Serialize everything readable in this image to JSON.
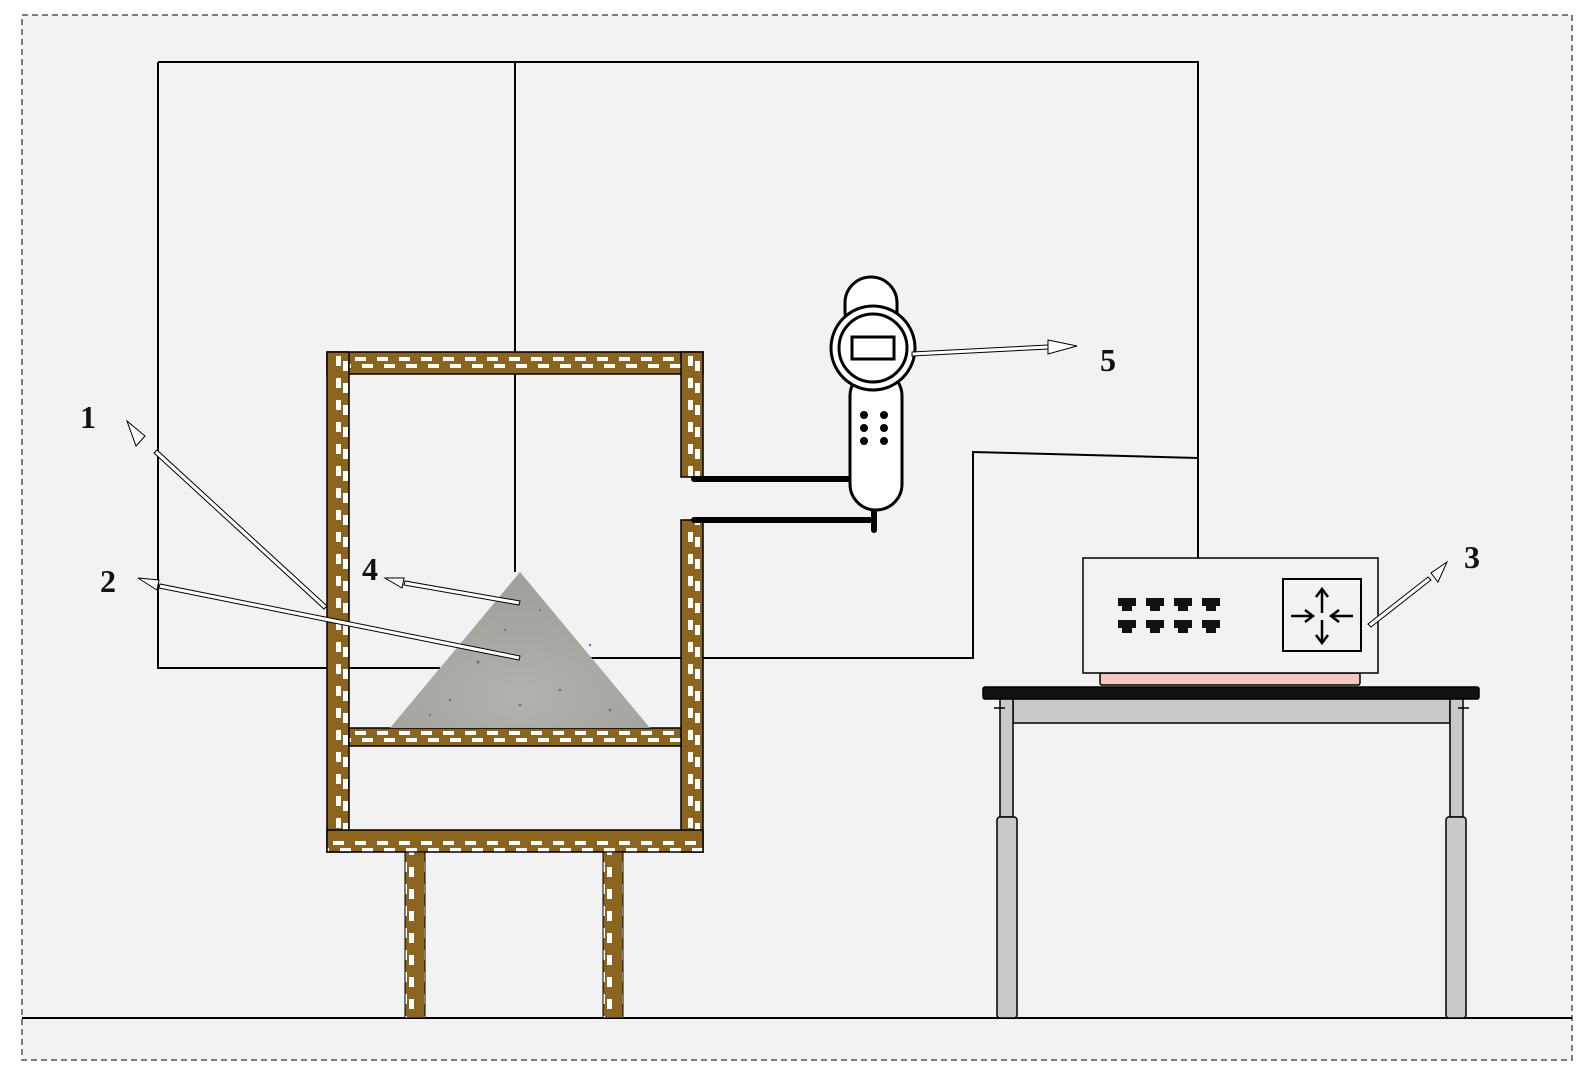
{
  "labels": {
    "l1": "1",
    "l2": "2",
    "l3": "3",
    "l4": "4",
    "l5": "5"
  },
  "colors": {
    "background": "#f2f2f2",
    "brick": "#8b6420",
    "brick_mortar": "#ffffff",
    "sand": "#a8aaa3",
    "table_gray": "#c8c8c8",
    "scale_pad": "#f4c6c0",
    "line": "#000000"
  }
}
